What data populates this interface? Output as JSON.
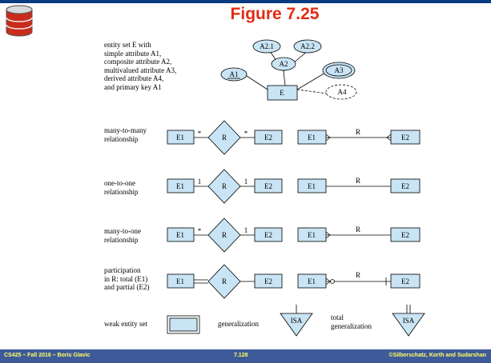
{
  "slide": {
    "title": "Figure 7.25",
    "descriptions": {
      "entity": "entity set E with\nsimple attribute A1,\ncomposite attribute A2,\nmultivalued attribute A3,\nderived attribute A4,\nand primary key A1",
      "many_to_many": "many-to-many\nrelationship",
      "one_to_one": "one-to-one\nrelationship",
      "many_to_one": "many-to-one\nrelationship",
      "participation": "participation\nin R: total (E1)\nand partial (E2)",
      "weak_entity": "weak entity set",
      "generalization": "generalization",
      "total_generalization": "total\ngeneralization"
    },
    "diagram": {
      "entity": "E",
      "attributes": {
        "a1": "A1",
        "a2": "A2",
        "a21": "A2.1",
        "a22": "A2.2",
        "a3": "A3",
        "a4": "A4"
      },
      "e1": "E1",
      "e2": "E2",
      "relationship": "R",
      "star": "*",
      "one": "1",
      "isa": "ISA"
    }
  },
  "footer": {
    "left": "CS425 – Fall 2016 – Boris Glavic",
    "center": "7.128",
    "right": "©Silberschatz, Korth and Sudarshan"
  },
  "colors": {
    "entity_fill": "#c9e4f4",
    "title": "#e32b13",
    "footer_bg": "#3f5a99",
    "footer_text": "#ffff66",
    "topbar": "#0a3a80"
  },
  "icons": {
    "logo": "database-cylinder-icon"
  }
}
